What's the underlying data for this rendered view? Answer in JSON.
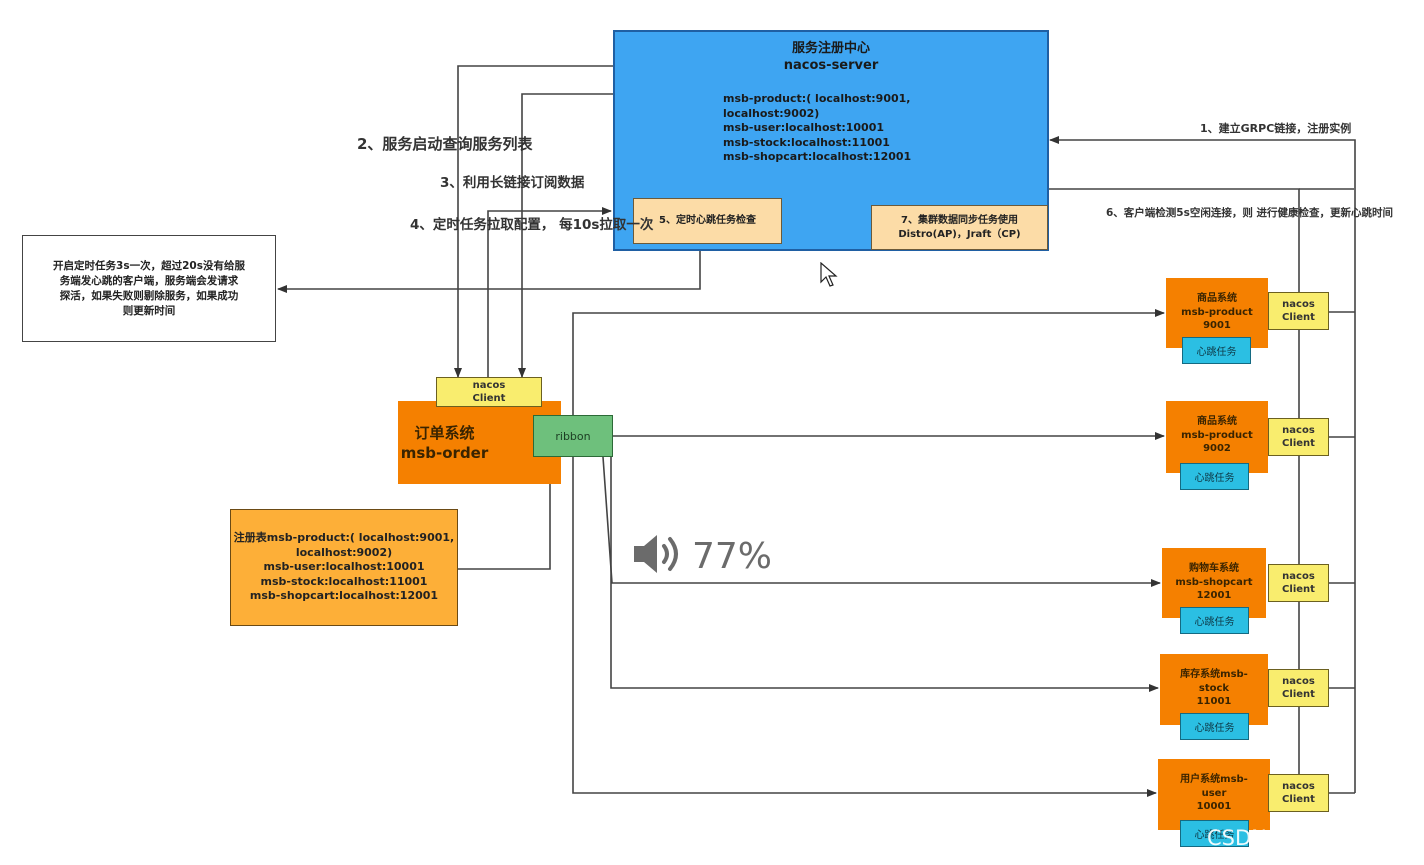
{
  "server": {
    "title": "服务注册中心\nnacos-server",
    "registry": "msb-product:( localhost:9001,\n                    localhost:9002)\nmsb-user:localhost:10001\nmsb-stock:localhost:11001\nmsb-shopcart:localhost:12001",
    "heartbeat_check": "5、定时心跳任务检查",
    "cluster_sync": "7、集群数据同步任务使用\nDistro(AP)，Jraft（CP)"
  },
  "labels": {
    "step1": "1、建立GRPC链接，注册实例",
    "step2": "2、服务启动查询服务列表",
    "step3": "3、利用长链接订阅数据",
    "step4": "4、定时任务拉取配置，\n每10s拉取一次",
    "step6": "6、客户端检测5s空闲连接，则\n进行健康检查，更新心跳时间"
  },
  "note": "开启定时任务3s一次，超过20s没有给服\n务端发心跳的客户端，服务端会发请求\n探活，如果失败则剔除服务，如果成功\n则更新时间",
  "order": {
    "title": "订单系统\nmsb-order",
    "nacos_client": "nacos\nClient",
    "ribbon": "ribbon"
  },
  "local_registry": "注册表msb-product:( localhost:9001,\n                  localhost:9002)\nmsb-user:localhost:10001\nmsb-stock:localhost:11001\nmsb-shopcart:localhost:12001",
  "services": [
    {
      "name": "商品系统\nmsb-product\n9001",
      "heartbeat": "心跳任务",
      "client": "nacos\nClient"
    },
    {
      "name": "商品系统\nmsb-product\n9002",
      "heartbeat": "心跳任务",
      "client": "nacos\nClient"
    },
    {
      "name": "购物车系统\nmsb-shopcart\n12001",
      "heartbeat": "心跳任务",
      "client": "nacos\nClient"
    },
    {
      "name": "库存系统msb-\nstock\n11001",
      "heartbeat": "心跳任务",
      "client": "nacos\nClient"
    },
    {
      "name": "用户系统msb-\nuser\n10001",
      "heartbeat": "心跳任务",
      "client": "nacos\nClient"
    }
  ],
  "overlay": {
    "volume_icon": "speaker-icon",
    "volume": "77%"
  },
  "watermark": "CSDN @bare_rain",
  "colors": {
    "server": "#3ea5f2",
    "service": "#f58000",
    "client": "#f9ed6e",
    "ribbon": "#6ec07c",
    "heartbeat": "#2bbfe3",
    "registry": "#fdaf38",
    "peach": "#fcdca7"
  }
}
